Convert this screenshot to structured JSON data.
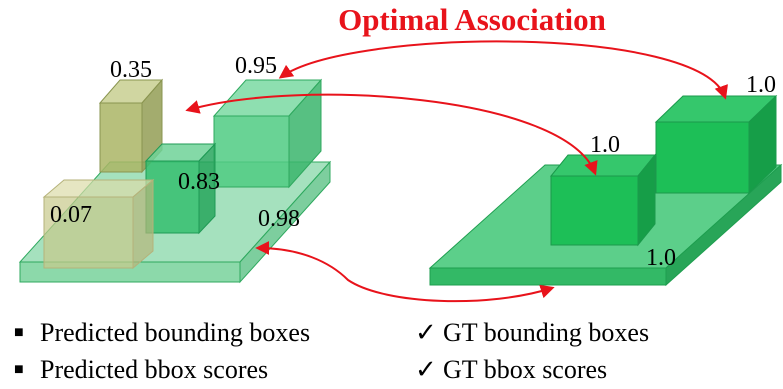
{
  "title": "Optimal Association",
  "predicted": {
    "scores": {
      "box_a": "0.35",
      "box_b": "0.95",
      "box_c": "0.83",
      "box_d": "0.07",
      "base": "0.98"
    },
    "legend": {
      "bullet": "■",
      "item1": "Predicted bounding boxes",
      "item2": "Predicted bbox scores"
    }
  },
  "ground_truth": {
    "scores": {
      "box_right": "1.0",
      "box_left": "1.0",
      "base": "1.0"
    },
    "legend": {
      "check": "✓",
      "item1": "GT bounding boxes",
      "item2": "GT bbox scores"
    }
  },
  "colors": {
    "arrow": "#e8131b",
    "gt_green": "#1fbf5a",
    "pred_green": "#47c77c",
    "pred_olive": "#a8b060"
  }
}
